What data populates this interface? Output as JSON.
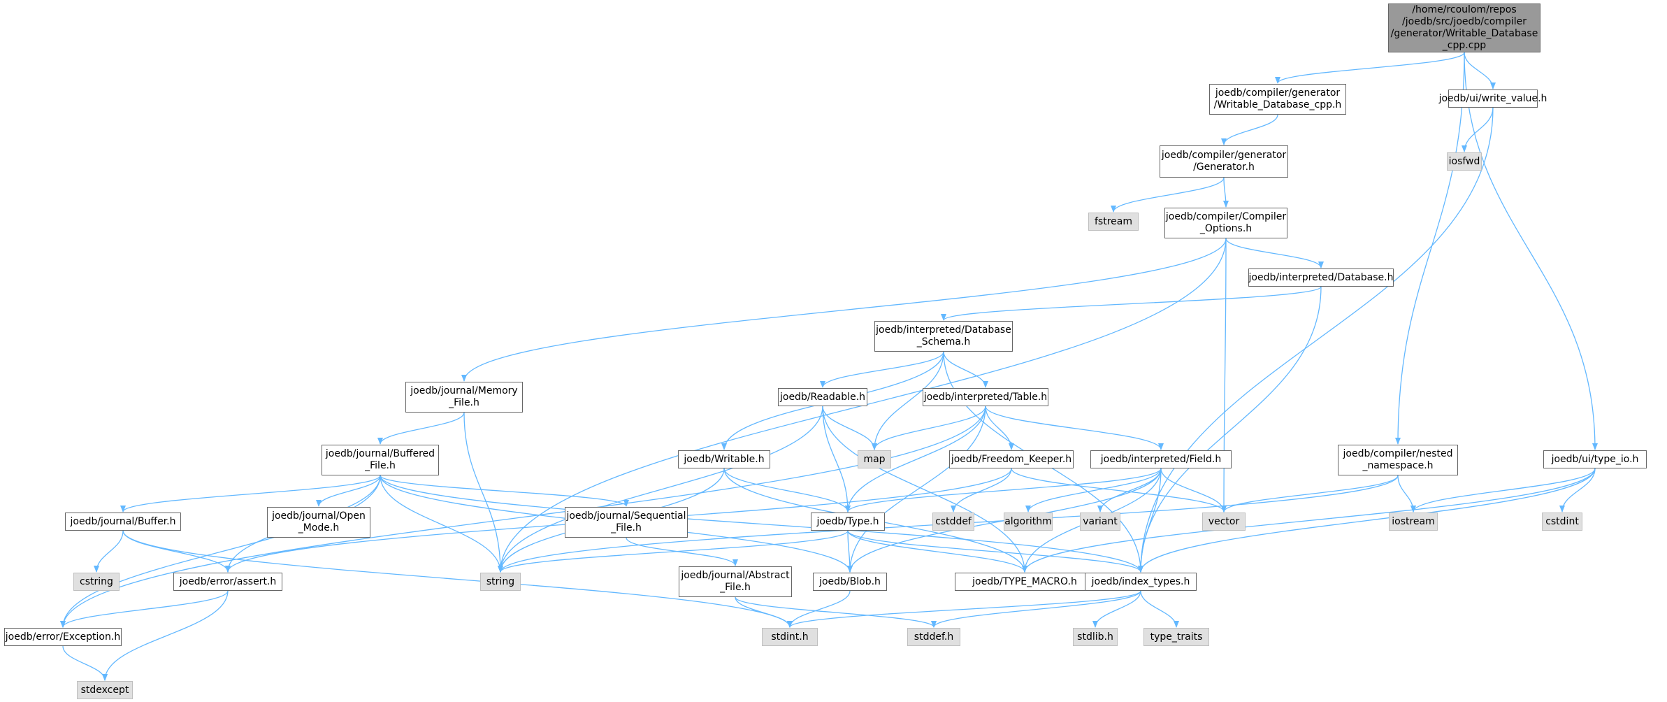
{
  "diagram": {
    "type": "include-dependency-graph",
    "edge_color": "#63b8ff",
    "node_border_color": "#666666",
    "system_header_fill": "#e0e0e0",
    "root_fill": "#999999",
    "nodes": [
      {
        "id": "root",
        "kind": "root",
        "lines": [
          "/home/rcoulom/repos",
          "/joedb/src/joedb/compiler",
          "/generator/Writable_Database",
          "_cpp.cpp"
        ]
      },
      {
        "id": "gen_wdb",
        "kind": "project",
        "lines": [
          "joedb/compiler/generator",
          "/Writable_Database_cpp.h"
        ]
      },
      {
        "id": "write_value",
        "kind": "project",
        "lines": [
          "joedb/ui/write_value.h"
        ]
      },
      {
        "id": "iosfwd",
        "kind": "system",
        "lines": [
          "iosfwd"
        ]
      },
      {
        "id": "generator",
        "kind": "project",
        "lines": [
          "joedb/compiler/generator",
          "/Generator.h"
        ]
      },
      {
        "id": "fstream",
        "kind": "system",
        "lines": [
          "fstream"
        ]
      },
      {
        "id": "compiler_options",
        "kind": "project",
        "lines": [
          "joedb/compiler/Compiler",
          "_Options.h"
        ]
      },
      {
        "id": "database",
        "kind": "project",
        "lines": [
          "joedb/interpreted/Database.h"
        ]
      },
      {
        "id": "db_schema",
        "kind": "project",
        "lines": [
          "joedb/interpreted/Database",
          "_Schema.h"
        ]
      },
      {
        "id": "memory_file",
        "kind": "project",
        "lines": [
          "joedb/journal/Memory",
          "_File.h"
        ]
      },
      {
        "id": "readable",
        "kind": "project",
        "lines": [
          "joedb/Readable.h"
        ]
      },
      {
        "id": "table",
        "kind": "project",
        "lines": [
          "joedb/interpreted/Table.h"
        ]
      },
      {
        "id": "nested_ns",
        "kind": "project",
        "lines": [
          "joedb/compiler/nested",
          "_namespace.h"
        ]
      },
      {
        "id": "type_io",
        "kind": "project",
        "lines": [
          "joedb/ui/type_io.h"
        ]
      },
      {
        "id": "buffered_file",
        "kind": "project",
        "lines": [
          "joedb/journal/Buffered",
          "_File.h"
        ]
      },
      {
        "id": "writable",
        "kind": "project",
        "lines": [
          "joedb/Writable.h"
        ]
      },
      {
        "id": "map",
        "kind": "system",
        "lines": [
          "map"
        ]
      },
      {
        "id": "freedom_keeper",
        "kind": "project",
        "lines": [
          "joedb/Freedom_Keeper.h"
        ]
      },
      {
        "id": "field",
        "kind": "project",
        "lines": [
          "joedb/interpreted/Field.h"
        ]
      },
      {
        "id": "buffer",
        "kind": "project",
        "lines": [
          "joedb/journal/Buffer.h"
        ]
      },
      {
        "id": "open_mode",
        "kind": "project",
        "lines": [
          "joedb/journal/Open",
          "_Mode.h"
        ]
      },
      {
        "id": "sequential_file",
        "kind": "project",
        "lines": [
          "joedb/journal/Sequential",
          "_File.h"
        ]
      },
      {
        "id": "type_h",
        "kind": "project",
        "lines": [
          "joedb/Type.h"
        ]
      },
      {
        "id": "cstddef",
        "kind": "system",
        "lines": [
          "cstddef"
        ]
      },
      {
        "id": "algorithm",
        "kind": "system",
        "lines": [
          "algorithm"
        ]
      },
      {
        "id": "variant",
        "kind": "system",
        "lines": [
          "variant"
        ]
      },
      {
        "id": "vector",
        "kind": "system",
        "lines": [
          "vector"
        ]
      },
      {
        "id": "iostream",
        "kind": "system",
        "lines": [
          "iostream"
        ]
      },
      {
        "id": "cstdint",
        "kind": "system",
        "lines": [
          "cstdint"
        ]
      },
      {
        "id": "cstring",
        "kind": "system",
        "lines": [
          "cstring"
        ]
      },
      {
        "id": "assert",
        "kind": "project",
        "lines": [
          "joedb/error/assert.h"
        ]
      },
      {
        "id": "string",
        "kind": "system",
        "lines": [
          "string"
        ]
      },
      {
        "id": "abstract_file",
        "kind": "project",
        "lines": [
          "joedb/journal/Abstract",
          "_File.h"
        ]
      },
      {
        "id": "blob",
        "kind": "project",
        "lines": [
          "joedb/Blob.h"
        ]
      },
      {
        "id": "type_macro",
        "kind": "project",
        "lines": [
          "joedb/TYPE_MACRO.h"
        ]
      },
      {
        "id": "index_types",
        "kind": "project",
        "lines": [
          "joedb/index_types.h"
        ]
      },
      {
        "id": "exception",
        "kind": "project",
        "lines": [
          "joedb/error/Exception.h"
        ]
      },
      {
        "id": "stdint",
        "kind": "system",
        "lines": [
          "stdint.h"
        ]
      },
      {
        "id": "stddef",
        "kind": "system",
        "lines": [
          "stddef.h"
        ]
      },
      {
        "id": "stdlib",
        "kind": "system",
        "lines": [
          "stdlib.h"
        ]
      },
      {
        "id": "type_traits",
        "kind": "system",
        "lines": [
          "type_traits"
        ]
      },
      {
        "id": "stdexcept",
        "kind": "system",
        "lines": [
          "stdexcept"
        ]
      }
    ],
    "edges": [
      [
        "root",
        "gen_wdb"
      ],
      [
        "root",
        "write_value"
      ],
      [
        "root",
        "nested_ns"
      ],
      [
        "root",
        "type_io"
      ],
      [
        "gen_wdb",
        "generator"
      ],
      [
        "write_value",
        "iosfwd"
      ],
      [
        "write_value",
        "index_types"
      ],
      [
        "generator",
        "fstream"
      ],
      [
        "generator",
        "compiler_options"
      ],
      [
        "compiler_options",
        "string"
      ],
      [
        "compiler_options",
        "memory_file"
      ],
      [
        "compiler_options",
        "database"
      ],
      [
        "compiler_options",
        "vector"
      ],
      [
        "database",
        "db_schema"
      ],
      [
        "database",
        "index_types"
      ],
      [
        "db_schema",
        "readable"
      ],
      [
        "db_schema",
        "table"
      ],
      [
        "db_schema",
        "writable"
      ],
      [
        "db_schema",
        "map"
      ],
      [
        "db_schema",
        "index_types"
      ],
      [
        "memory_file",
        "buffered_file"
      ],
      [
        "memory_file",
        "string"
      ],
      [
        "readable",
        "map"
      ],
      [
        "readable",
        "type_h"
      ],
      [
        "readable",
        "string"
      ],
      [
        "readable",
        "type_macro"
      ],
      [
        "table",
        "map"
      ],
      [
        "table",
        "freedom_keeper"
      ],
      [
        "table",
        "field"
      ],
      [
        "table",
        "type_h"
      ],
      [
        "table",
        "exception"
      ],
      [
        "table",
        "blob"
      ],
      [
        "nested_ns",
        "vector"
      ],
      [
        "nested_ns",
        "iostream"
      ],
      [
        "nested_ns",
        "string"
      ],
      [
        "type_io",
        "iostream"
      ],
      [
        "type_io",
        "cstdint"
      ],
      [
        "type_io",
        "type_macro"
      ],
      [
        "type_io",
        "index_types"
      ],
      [
        "buffered_file",
        "buffer"
      ],
      [
        "buffered_file",
        "open_mode"
      ],
      [
        "buffered_file",
        "sequential_file"
      ],
      [
        "buffered_file",
        "assert"
      ],
      [
        "buffered_file",
        "string"
      ],
      [
        "buffered_file",
        "blob"
      ],
      [
        "buffered_file",
        "exception"
      ],
      [
        "buffered_file",
        "index_types"
      ],
      [
        "writable",
        "type_h"
      ],
      [
        "writable",
        "string"
      ],
      [
        "writable",
        "type_macro"
      ],
      [
        "freedom_keeper",
        "cstddef"
      ],
      [
        "freedom_keeper",
        "vector"
      ],
      [
        "freedom_keeper",
        "assert"
      ],
      [
        "field",
        "algorithm"
      ],
      [
        "field",
        "variant"
      ],
      [
        "field",
        "vector"
      ],
      [
        "field",
        "type_h"
      ],
      [
        "field",
        "index_types"
      ],
      [
        "field",
        "type_macro"
      ],
      [
        "field",
        "blob"
      ],
      [
        "buffer",
        "cstring"
      ],
      [
        "buffer",
        "assert"
      ],
      [
        "buffer",
        "stdint"
      ],
      [
        "sequential_file",
        "abstract_file"
      ],
      [
        "type_h",
        "blob"
      ],
      [
        "type_h",
        "type_macro"
      ],
      [
        "type_h",
        "index_types"
      ],
      [
        "type_h",
        "string"
      ],
      [
        "assert",
        "exception"
      ],
      [
        "assert",
        "stdexcept"
      ],
      [
        "abstract_file",
        "stdint"
      ],
      [
        "abstract_file",
        "stddef"
      ],
      [
        "blob",
        "stdint"
      ],
      [
        "index_types",
        "stdint"
      ],
      [
        "index_types",
        "stddef"
      ],
      [
        "index_types",
        "stdlib"
      ],
      [
        "index_types",
        "type_traits"
      ],
      [
        "exception",
        "stdexcept"
      ]
    ]
  }
}
